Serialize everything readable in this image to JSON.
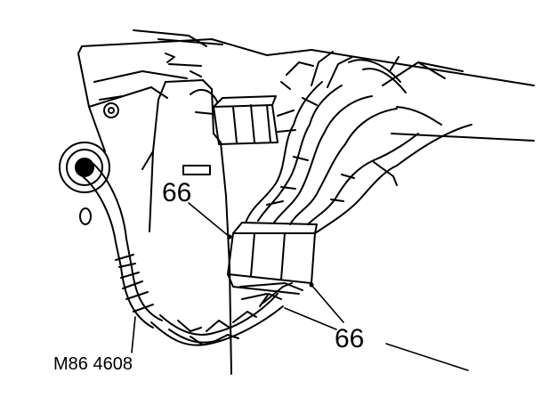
{
  "callouts": [
    "66",
    "66"
  ],
  "figure_ref": "M86 4608"
}
